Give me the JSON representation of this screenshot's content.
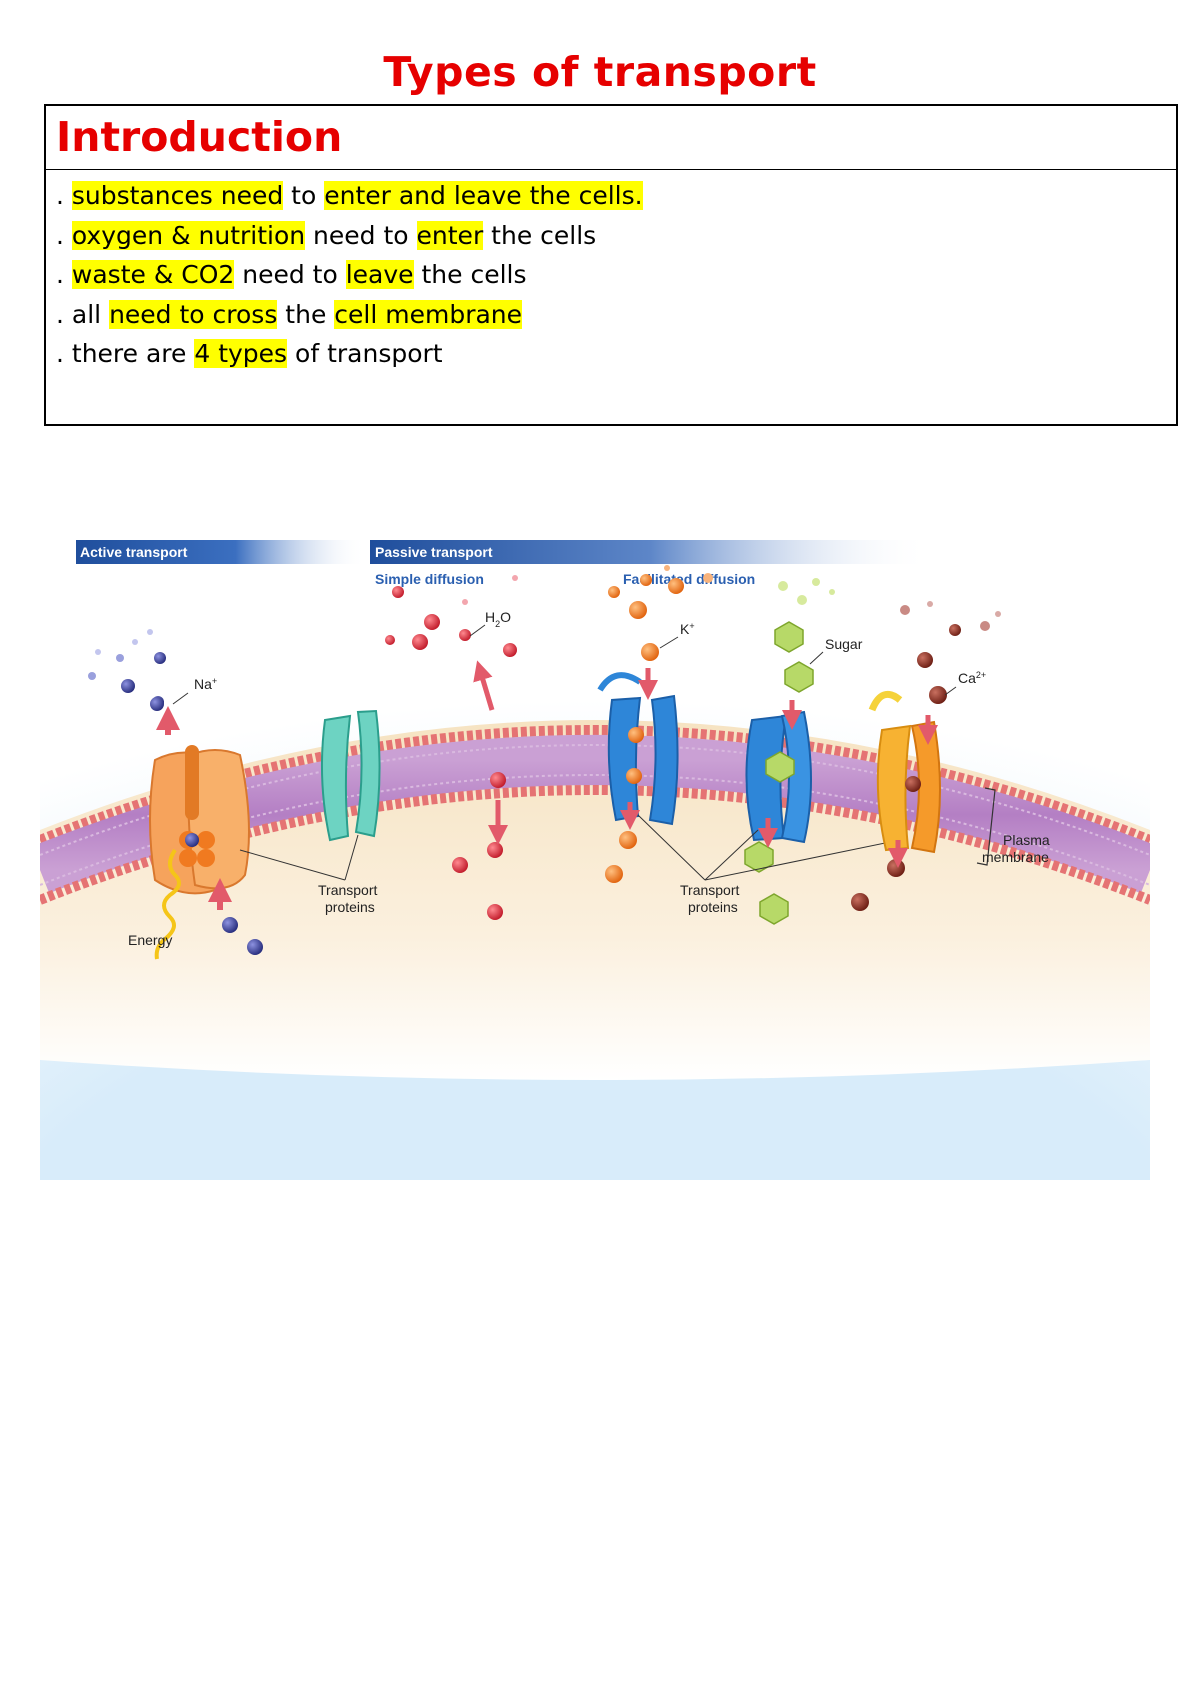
{
  "title": "Types of transport",
  "intro": {
    "heading": "Introduction",
    "lines": [
      [
        {
          "t": ". ",
          "h": false
        },
        {
          "t": "substances need",
          "h": true
        },
        {
          "t": " to ",
          "h": false
        },
        {
          "t": "enter and leave the cells.",
          "h": true
        }
      ],
      [
        {
          "t": ". ",
          "h": false
        },
        {
          "t": "oxygen & nutrition",
          "h": true
        },
        {
          "t": " need to ",
          "h": false
        },
        {
          "t": "enter",
          "h": true
        },
        {
          "t": " the cells",
          "h": false
        }
      ],
      [
        {
          "t": ". ",
          "h": false
        },
        {
          "t": "waste & CO2",
          "h": true
        },
        {
          "t": " need to ",
          "h": false
        },
        {
          "t": "leave",
          "h": true
        },
        {
          "t": " the cells",
          "h": false
        }
      ],
      [
        {
          "t": ". all ",
          "h": false
        },
        {
          "t": "need to cross",
          "h": true
        },
        {
          "t": " the ",
          "h": false
        },
        {
          "t": "cell membrane",
          "h": true
        }
      ],
      [
        {
          "t": ". there are ",
          "h": false
        },
        {
          "t": "4 types",
          "h": true
        },
        {
          "t": " of transport",
          "h": false
        }
      ]
    ]
  },
  "figure": {
    "active_header": "Active transport",
    "passive_header": "Passive transport",
    "simple_diffusion": "Simple diffusion",
    "facilitated_diffusion": "Facilitated diffusion",
    "na_label": "Na",
    "na_sup": "+",
    "h2o_label_h": "H",
    "h2o_label_sub": "2",
    "h2o_label_o": "O",
    "k_label": "K",
    "k_sup": "+",
    "sugar_label": "Sugar",
    "ca_label": "Ca",
    "ca_sup": "2+",
    "energy_label": "Energy",
    "transport_proteins_1a": "Transport",
    "transport_proteins_1b": "proteins",
    "transport_proteins_2a": "Transport",
    "transport_proteins_2b": "proteins",
    "plasma_membrane_a": "Plasma",
    "plasma_membrane_b": "membrane",
    "colors": {
      "header_blue": "#1f4e9c",
      "subheader_blue": "#2a5fb0",
      "membrane_head": "#e57373",
      "membrane_core": "#c895d0",
      "sodium": "#3a3f9a",
      "potassium": "#f07a20",
      "sugar": "#9bcb4a",
      "calcium": "#8a2a1e"
    }
  }
}
